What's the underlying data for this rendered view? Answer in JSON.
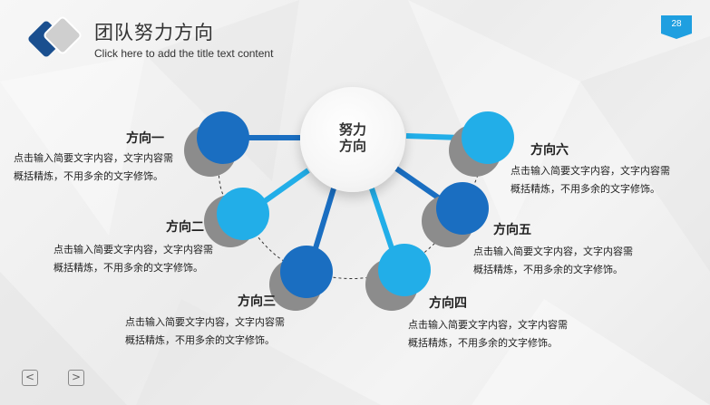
{
  "header": {
    "title": "团队努力方向",
    "subtitle": "Click here to add the title text content",
    "page_number": "28"
  },
  "diagram": {
    "center_label_line1": "努力",
    "center_label_line2": "方向",
    "directions": [
      {
        "title": "方向一",
        "desc_line1": "点击输入简要文字内容，文字内容需",
        "desc_line2": "概括精炼，不用多余的文字修饰。",
        "color": "#1a6ec1"
      },
      {
        "title": "方向二",
        "desc_line1": "点击输入简要文字内容，文字内容需",
        "desc_line2": "概括精炼，不用多余的文字修饰。",
        "color": "#22aee8"
      },
      {
        "title": "方向三",
        "desc_line1": "点击输入简要文字内容，文字内容需",
        "desc_line2": "概括精炼，不用多余的文字修饰。",
        "color": "#1a6ec1"
      },
      {
        "title": "方向四",
        "desc_line1": "点击输入简要文字内容，文字内容需",
        "desc_line2": "概括精炼，不用多余的文字修饰。",
        "color": "#22aee8"
      },
      {
        "title": "方向五",
        "desc_line1": "点击输入简要文字内容，文字内容需",
        "desc_line2": "概括精炼，不用多余的文字修饰。",
        "color": "#1a6ec1"
      },
      {
        "title": "方向六",
        "desc_line1": "点击输入简要文字内容，文字内容需",
        "desc_line2": "概括精炼，不用多余的文字修饰。",
        "color": "#22aee8"
      }
    ]
  },
  "nav": {
    "prev": "<",
    "next": ">"
  },
  "colors": {
    "dark_blue": "#1a6ec1",
    "light_blue": "#22aee8",
    "shadow_gray": "#8c8c8c",
    "badge": "#1f9fe0"
  }
}
